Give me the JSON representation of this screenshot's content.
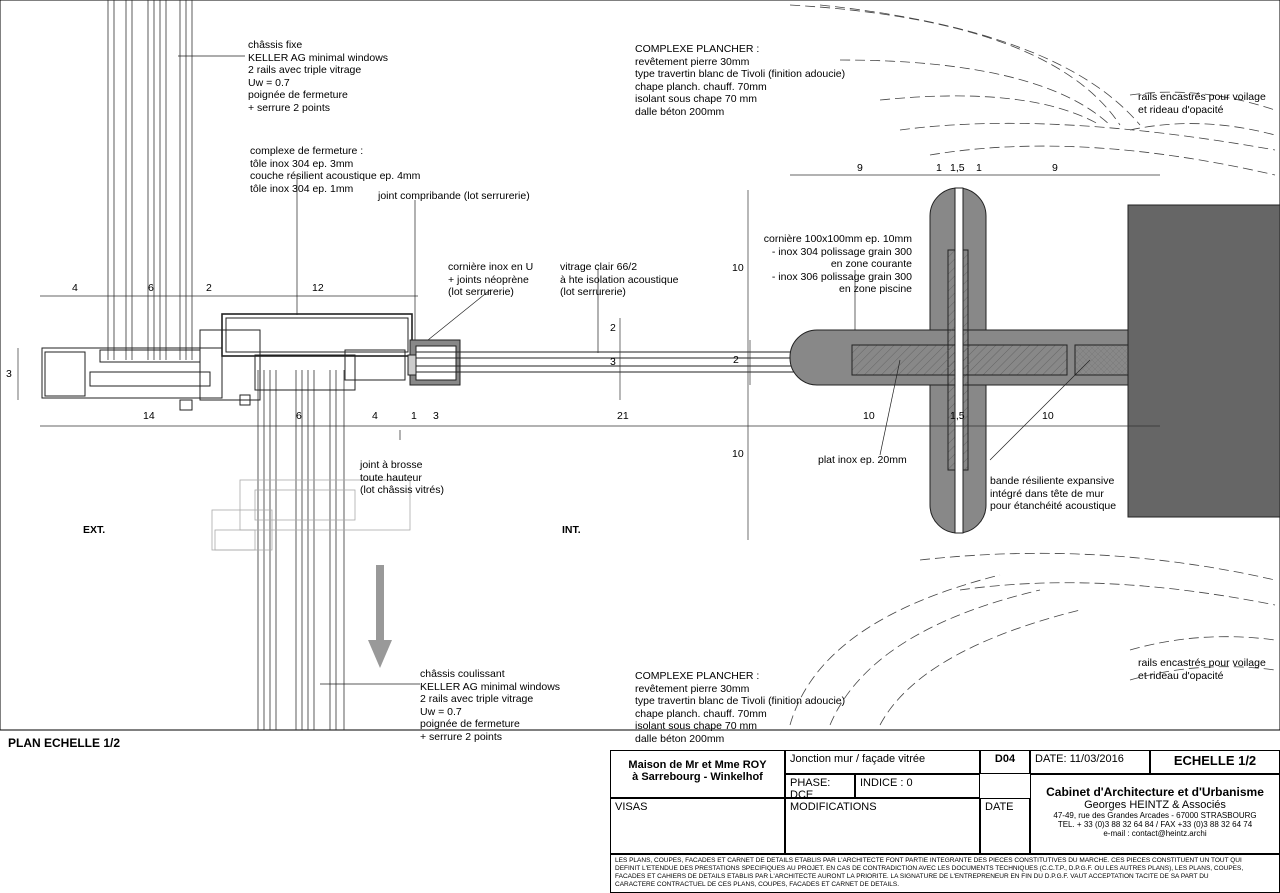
{
  "labels": {
    "chassis_fixe": [
      "châssis fixe",
      "KELLER AG minimal windows",
      "2 rails avec triple vitrage",
      "Uw = 0.7",
      "poignée de fermeture",
      "+ serrure 2 points"
    ],
    "complexe_fermeture": [
      "complexe de fermeture :",
      "tôle inox 304 ep. 3mm",
      "couche résilient acoustique ep. 4mm",
      "tôle inox 304 ep. 1mm"
    ],
    "joint_compribande": "joint compribande (lot serrurerie)",
    "corniere_u": [
      "cornière inox en U",
      "+ joints néoprène",
      "(lot serrurerie)"
    ],
    "vitrage_clair": [
      "vitrage clair 66/2",
      "à hte isolation acoustique",
      "(lot serrurerie)"
    ],
    "corniere_100": [
      "cornière 100x100mm ep. 10mm",
      "- inox 304 polissage grain 300",
      "en zone courante",
      "- inox 306 polissage grain 300",
      "en zone piscine"
    ],
    "plancher_top": [
      "COMPLEXE PLANCHER :",
      "revêtement pierre 30mm",
      "type travertin blanc de Tivoli (finition adoucie)",
      "chape planch. chauff. 70mm",
      "isolant sous chape 70 mm",
      "dalle béton 200mm"
    ],
    "plancher_bottom": [
      "COMPLEXE PLANCHER :",
      "revêtement pierre 30mm",
      "type travertin blanc de Tivoli (finition adoucie)",
      "chape planch. chauff. 70mm",
      "isolant sous chape 70 mm",
      "dalle béton 200mm"
    ],
    "rails_top": [
      "rails encastrés pour voilage",
      "et rideau d'opacité"
    ],
    "rails_bottom": [
      "rails encastrés pour voilage",
      "et rideau d'opacité"
    ],
    "joint_brosse": [
      "joint à brosse",
      "toute hauteur",
      "(lot châssis vitrés)"
    ],
    "plat_inox": "plat inox ep. 20mm",
    "bande_resiliente": [
      "bande résiliente expansive",
      "intégré dans tête de mur",
      "pour étanchéité acoustique"
    ],
    "chassis_coulissant": [
      "châssis coulissant",
      "KELLER AG minimal windows",
      "2 rails avec triple vitrage",
      "Uw = 0.7",
      "poignée de fermeture",
      "+ serrure 2 points"
    ],
    "ext": "EXT.",
    "int": "INT.",
    "plan_title": "PLAN ECHELLE 1/2"
  },
  "dimensions": {
    "top_row": [
      "4",
      "6",
      "2",
      "12"
    ],
    "bottom_row": [
      "14",
      "6",
      "4",
      "1",
      "3",
      "21"
    ],
    "right_top": [
      "9",
      "1",
      "1,5",
      "1",
      "9"
    ],
    "right_bottom": [
      "10",
      "1,5",
      "10"
    ],
    "vertical_left": "3",
    "vertical_10_top": "10",
    "vertical_10_bottom": "10",
    "vertical_2a": "2",
    "vertical_3": "3",
    "vertical_2b": "2"
  },
  "cartouche": {
    "project": [
      "Maison de Mr et Mme ROY",
      "à Sarrebourg - Winkelhof"
    ],
    "subject": "Jonction mur / façade vitrée",
    "sheet": "D04",
    "date": "DATE: 11/03/2016",
    "scale": "ECHELLE 1/2",
    "phase": "PHASE: DCE",
    "indice": "INDICE : 0",
    "visas": "VISAS",
    "modifications": "MODIFICATIONS",
    "date_col": "DATE",
    "firm": "Cabinet d'Architecture et d'Urbanisme",
    "firm_name": "Georges HEINTZ & Associés",
    "address": "47-49, rue des Grandes Arcades -  67000 STRASBOURG",
    "phone": "TEL. + 33 (0)3 88 32 64 84 / FAX +33 (0)3 88 32 64 74",
    "email": "e-mail : contact@heintz.archi",
    "disclaimer": [
      "LES PLANS, COUPES, FACADES ET CARNET DE DETAILS ETABLIS PAR L'ARCHITECTE FONT PARTIE INTEGRANTE DES PIECES CONSTITUTIVES DU MARCHE. CES PIECES CONSTITUENT UN TOUT QUI",
      "DEFINIT L'ETENDUE DES PRESTATIONS SPECIFIQUES AU PROJET. EN CAS DE CONTRADICTION AVEC LES DOCUMENTS TECHNIQUES (C.C.T.P., D.P.G.F. OU LES AUTRES PLANS),  LES PLANS, COUPES,",
      "FACADES ET CAHIERS DE DETAILS ETABLIS PAR L'ARCHITECTE AURONT LA PRIORITE. LA SIGNATURE DE L'ENTREPRENEUR EN FIN DU D.P.G.F. VAUT ACCEPTATION TACITE DE SA PART DU",
      "CARACTERE CONTRACTUEL DE CES PLANS, COUPES, FACADES ET CARNET DE DETAILS."
    ]
  }
}
